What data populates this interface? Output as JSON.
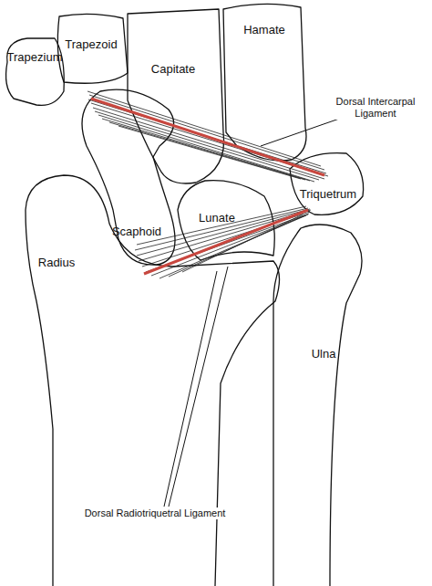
{
  "diagram": {
    "nodes": [
      {
        "text": [
          "Trapezium"
        ]
      },
      {
        "text": [
          "Trapezoid"
        ]
      },
      {
        "text": [
          "Capitate"
        ]
      },
      {
        "text": [
          "Hamate"
        ]
      },
      {
        "text": [
          "Scaphoid"
        ]
      },
      {
        "text": [
          "Lunate"
        ]
      },
      {
        "text": [
          "Triquetrum"
        ]
      },
      {
        "text": [
          "Radius"
        ]
      },
      {
        "text": [
          "Ulna"
        ]
      }
    ],
    "labels": [
      "Dorsal Intercarpal Ligament",
      "Dorsal Radiotriquetral Ligament"
    ]
  }
}
